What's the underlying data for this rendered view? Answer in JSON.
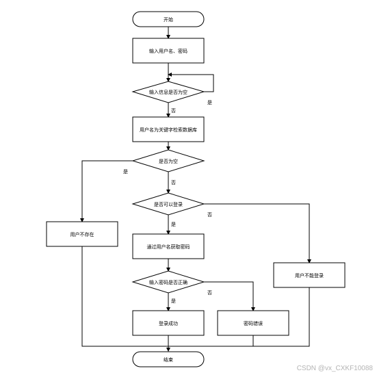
{
  "nodes": {
    "start": "开始",
    "input_user": "输入用户名、密码",
    "check_input_empty": "输入信息是否为空",
    "search_db": "用户名为关键字检索数据库",
    "check_result_empty": "是否为空",
    "user_not_exist": "用户不存在",
    "check_can_login": "是否可以登录",
    "get_password": "通过用户名获取密码",
    "user_cannot_login": "用户不能登录",
    "check_password": "输入密码是否正确",
    "login_success": "登录成功",
    "password_wrong": "密码错误",
    "end": "结束"
  },
  "edges": {
    "input_empty_yes": "是",
    "input_empty_no": "否",
    "result_empty_yes": "是",
    "result_empty_no": "否",
    "can_login_no": "否",
    "can_login_yes": "是",
    "password_yes": "是",
    "password_no": "否"
  },
  "watermark": "CSDN @vx_CXKF10088"
}
